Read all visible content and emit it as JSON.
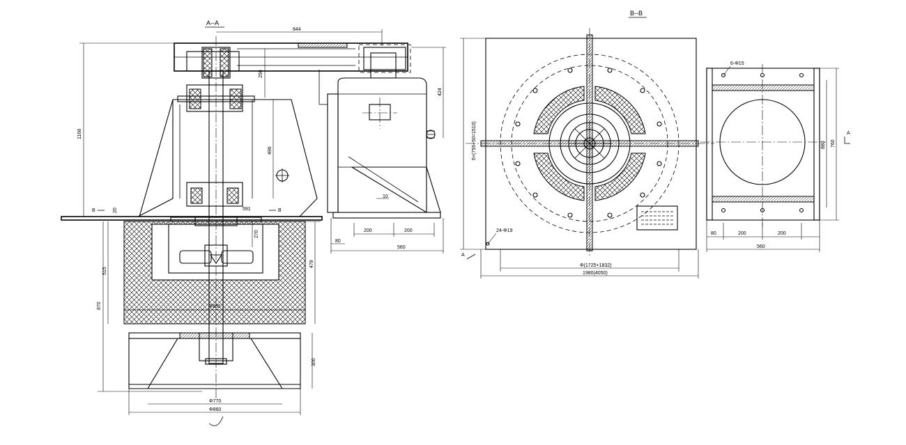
{
  "views": {
    "section_aa": {
      "title": "A--A"
    },
    "section_bb": {
      "title": "B--B"
    }
  },
  "section_marks": {
    "b_left": "B",
    "b_right": "B",
    "a_top": "A",
    "a_bottom": "A"
  },
  "dimensions": {
    "top_width": "844",
    "height_total": "1168",
    "pulley_offset": "250",
    "bearing_span": "496",
    "motor_height": "424",
    "flange_20": "20",
    "gap_591": "591",
    "lower_270": "270",
    "depth_515": "515",
    "depth_870": "870",
    "depth_478": "478",
    "impeller_dia": "Φ800",
    "cone_height": "300",
    "base_dia_770": "Φ770",
    "base_dia_860": "Φ860",
    "motor_200_left": "200",
    "motor_200_right": "200",
    "motor_80": "80",
    "motor_560": "560",
    "angle_mark": "10",
    "plan_height": "6×(755+50=1510)",
    "plan_bolts": "24-Φ19",
    "plan_circle": "Φ(1725+1832)",
    "plan_width": "1980(4050)",
    "side_holes": "6-Φ15",
    "side_height_1": "880",
    "side_height_2": "760",
    "side_80": "80",
    "side_200_a": "200",
    "side_200_b": "200",
    "side_560": "560"
  }
}
